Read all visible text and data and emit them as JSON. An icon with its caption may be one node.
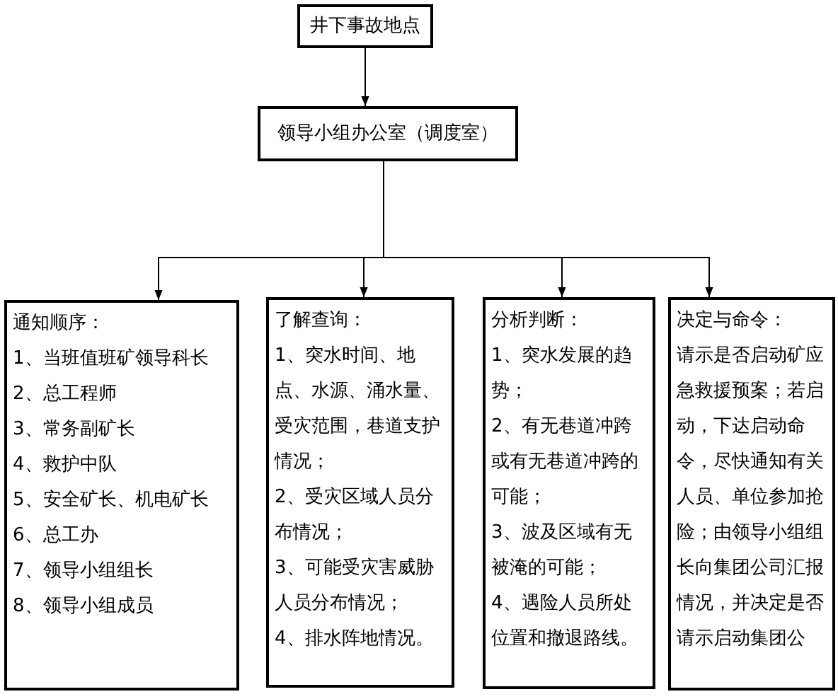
{
  "diagram": {
    "nodes": [
      {
        "text": [
          "井下事故地点"
        ]
      },
      {
        "text": [
          "领导小组办公室（调度室）"
        ]
      },
      {
        "text": [
          "通知顺序：",
          "1、当班值班矿领导科长",
          "2、总工程师",
          "3、常务副矿长",
          "4、救护中队",
          "5、安全矿长、机电矿长",
          "6、总工办",
          "7、领导小组组长",
          "8、领导小组成员"
        ]
      },
      {
        "text": [
          "了解查询：",
          "1、突水时间、地点、水源、涌水量、受灾范围，巷道支护情况；",
          "2、受灾区域人员分布情况；",
          "3、可能受灾害威胁人员分布情况；",
          "4、排水阵地情况。"
        ]
      },
      {
        "text": [
          "分析判断：",
          "1、突水发展的趋势；",
          "2、有无巷道冲跨或有无巷道冲跨的可能；",
          "3、波及区域有无被淹的可能；",
          "4、遇险人员所处位置和撤退路线。"
        ]
      },
      {
        "text": [
          "决定与命令：",
          "请示是否启动矿应急救援预案；若启动，下达启动命令，尽快通知有关人员、单位参加抢险；由领导小组组长向集团公司汇报情况，并决定是否请示启动集团公"
        ]
      }
    ],
    "edges": [
      {
        "from": 0,
        "to": 1,
        "arrow": "to"
      },
      {
        "from": 1,
        "to": 2,
        "arrow": "to"
      },
      {
        "from": 1,
        "to": 3,
        "arrow": "to"
      },
      {
        "from": 1,
        "to": 4,
        "arrow": "to"
      },
      {
        "from": 1,
        "to": 5,
        "arrow": "to"
      }
    ]
  }
}
